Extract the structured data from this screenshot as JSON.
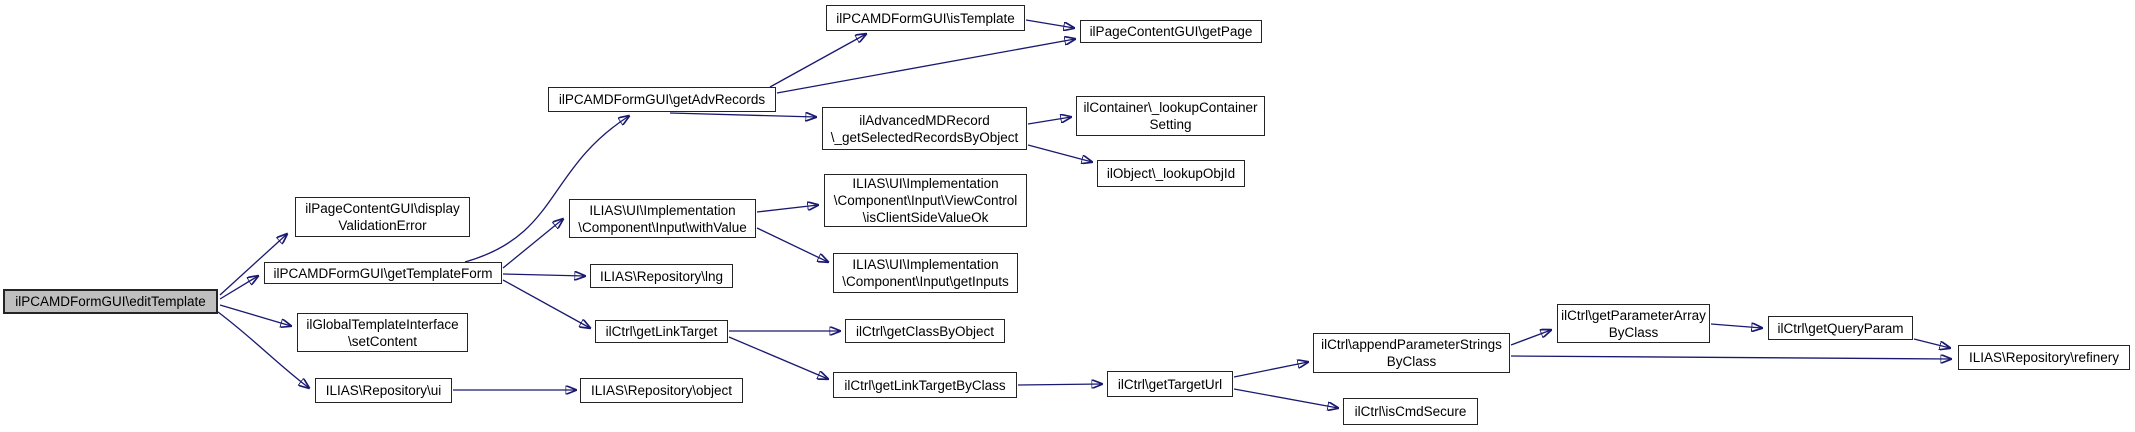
{
  "graph": {
    "type": "call-graph",
    "background": "#ffffff",
    "edge_color": "#191970",
    "root_fill": "#bfbfbf",
    "node_fill": "#ffffff",
    "border_color": "#242424",
    "root": "ilPCAMDFormGUI\\editTemplate"
  },
  "nodes": {
    "editTemplate": [
      "ilPCAMDFormGUI\\editTemplate"
    ],
    "displayValidationError": [
      "ilPageContentGUI\\display",
      "ValidationError"
    ],
    "getTemplateForm": [
      "ilPCAMDFormGUI\\getTemplateForm"
    ],
    "setContent": [
      "ilGlobalTemplateInterface",
      "\\setContent"
    ],
    "repositoryUi": [
      "ILIAS\\Repository\\ui"
    ],
    "getAdvRecords": [
      "ilPCAMDFormGUI\\getAdvRecords"
    ],
    "isTemplate": [
      "ilPCAMDFormGUI\\isTemplate"
    ],
    "getPage": [
      "ilPageContentGUI\\getPage"
    ],
    "getSelectedRecordsByObject": [
      "ilAdvancedMDRecord",
      "\\_getSelectedRecordsByObject"
    ],
    "lookupContainerSetting": [
      "ilContainer\\_lookupContainer",
      "Setting"
    ],
    "lookupObjId": [
      "ilObject\\_lookupObjId"
    ],
    "withValue": [
      "ILIAS\\UI\\Implementation",
      "\\Component\\Input\\withValue"
    ],
    "isClientSideValueOk": [
      "ILIAS\\UI\\Implementation",
      "\\Component\\Input\\ViewControl",
      "\\isClientSideValueOk"
    ],
    "getInputs": [
      "ILIAS\\UI\\Implementation",
      "\\Component\\Input\\getInputs"
    ],
    "repositoryLng": [
      "ILIAS\\Repository\\lng"
    ],
    "getLinkTarget": [
      "ilCtrl\\getLinkTarget"
    ],
    "getClassByObject": [
      "ilCtrl\\getClassByObject"
    ],
    "getLinkTargetByClass": [
      "ilCtrl\\getLinkTargetByClass"
    ],
    "repositoryObject": [
      "ILIAS\\Repository\\object"
    ],
    "getTargetUrl": [
      "ilCtrl\\getTargetUrl"
    ],
    "appendParameterStringsByClass": [
      "ilCtrl\\appendParameterStrings",
      "ByClass"
    ],
    "isCmdSecure": [
      "ilCtrl\\isCmdSecure"
    ],
    "getParameterArrayByClass": [
      "ilCtrl\\getParameterArray",
      "ByClass"
    ],
    "getQueryParam": [
      "ilCtrl\\getQueryParam"
    ],
    "repositoryRefinery": [
      "ILIAS\\Repository\\refinery"
    ]
  },
  "edges": [
    {
      "from": "editTemplate",
      "to": "displayValidationError"
    },
    {
      "from": "editTemplate",
      "to": "getTemplateForm"
    },
    {
      "from": "editTemplate",
      "to": "setContent"
    },
    {
      "from": "editTemplate",
      "to": "repositoryUi"
    },
    {
      "from": "getTemplateForm",
      "to": "getAdvRecords"
    },
    {
      "from": "getTemplateForm",
      "to": "withValue"
    },
    {
      "from": "getTemplateForm",
      "to": "repositoryLng"
    },
    {
      "from": "getTemplateForm",
      "to": "getLinkTarget"
    },
    {
      "from": "getAdvRecords",
      "to": "isTemplate"
    },
    {
      "from": "getAdvRecords",
      "to": "getPage"
    },
    {
      "from": "isTemplate",
      "to": "getPage"
    },
    {
      "from": "getAdvRecords",
      "to": "getSelectedRecordsByObject"
    },
    {
      "from": "getSelectedRecordsByObject",
      "to": "lookupContainerSetting"
    },
    {
      "from": "getSelectedRecordsByObject",
      "to": "lookupObjId"
    },
    {
      "from": "withValue",
      "to": "isClientSideValueOk"
    },
    {
      "from": "withValue",
      "to": "getInputs"
    },
    {
      "from": "getLinkTarget",
      "to": "getClassByObject"
    },
    {
      "from": "getLinkTarget",
      "to": "getLinkTargetByClass"
    },
    {
      "from": "getLinkTargetByClass",
      "to": "getTargetUrl"
    },
    {
      "from": "getTargetUrl",
      "to": "appendParameterStringsByClass"
    },
    {
      "from": "getTargetUrl",
      "to": "isCmdSecure"
    },
    {
      "from": "appendParameterStringsByClass",
      "to": "getParameterArrayByClass"
    },
    {
      "from": "appendParameterStringsByClass",
      "to": "repositoryRefinery"
    },
    {
      "from": "getParameterArrayByClass",
      "to": "getQueryParam"
    },
    {
      "from": "getQueryParam",
      "to": "repositoryRefinery"
    },
    {
      "from": "repositoryUi",
      "to": "repositoryObject"
    }
  ]
}
